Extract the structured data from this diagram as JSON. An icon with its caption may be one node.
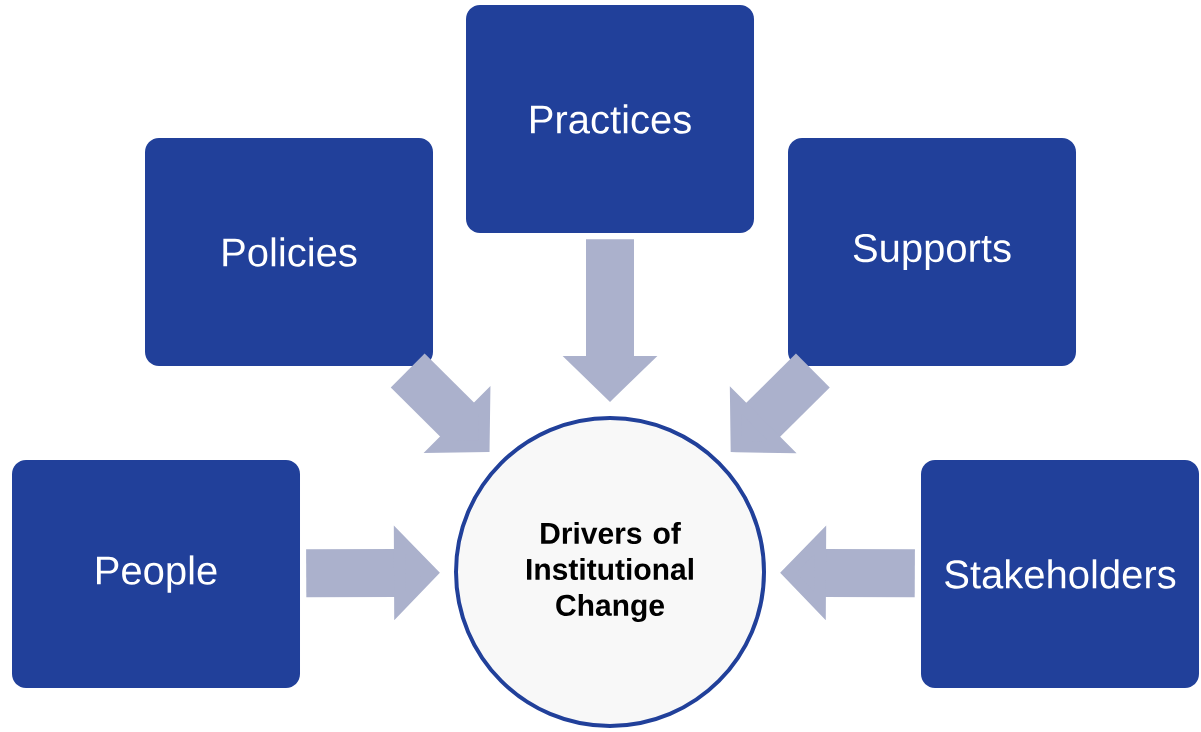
{
  "diagram": {
    "nodes": [
      {
        "text": [
          "Practices"
        ]
      },
      {
        "text": [
          "Policies"
        ]
      },
      {
        "text": [
          "Supports"
        ]
      },
      {
        "text": [
          "People"
        ]
      },
      {
        "text": [
          "Drivers of Institutional Change"
        ]
      },
      {
        "text": [
          "Stakeholders"
        ]
      }
    ],
    "edges": [
      {
        "from": 0,
        "to": 4,
        "arrow": "to"
      },
      {
        "from": 1,
        "to": 4,
        "arrow": "to"
      },
      {
        "from": 2,
        "to": 4,
        "arrow": "to"
      },
      {
        "from": 3,
        "to": 4,
        "arrow": "to"
      },
      {
        "from": 5,
        "to": 4,
        "arrow": "to"
      }
    ]
  }
}
